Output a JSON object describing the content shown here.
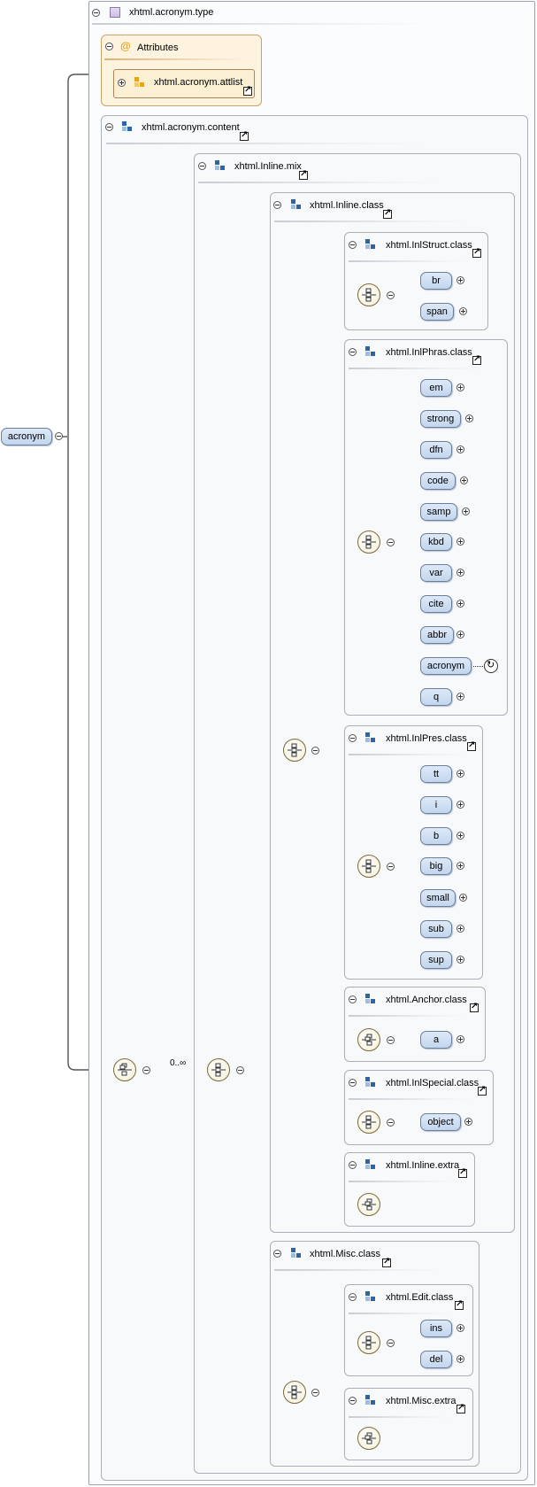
{
  "root": {
    "label": "acronym"
  },
  "type_panel": {
    "title": "xhtml.acronym.type"
  },
  "attributes": {
    "title": "Attributes",
    "attlist": "xhtml.acronym.attlist",
    "at_symbol": "@"
  },
  "content": {
    "title": "xhtml.acronym.content",
    "occurrence": "0..∞",
    "inline_mix": {
      "title": "xhtml.Inline.mix",
      "inline_class": {
        "title": "xhtml.Inline.class",
        "groups": [
          {
            "title": "xhtml.InlStruct.class",
            "elements": [
              "br",
              "span"
            ]
          },
          {
            "title": "xhtml.InlPhras.class",
            "elements": [
              "em",
              "strong",
              "dfn",
              "code",
              "samp",
              "kbd",
              "var",
              "cite",
              "abbr",
              "acronym",
              "q"
            ]
          },
          {
            "title": "xhtml.InlPres.class",
            "elements": [
              "tt",
              "i",
              "b",
              "big",
              "small",
              "sub",
              "sup"
            ]
          },
          {
            "title": "xhtml.Anchor.class",
            "elements": [
              "a"
            ]
          },
          {
            "title": "xhtml.InlSpecial.class",
            "elements": [
              "object"
            ]
          },
          {
            "title": "xhtml.Inline.extra",
            "elements": []
          }
        ]
      },
      "misc_class": {
        "title": "xhtml.Misc.class",
        "groups": [
          {
            "title": "xhtml.Edit.class",
            "elements": [
              "ins",
              "del"
            ]
          },
          {
            "title": "xhtml.Misc.extra",
            "elements": []
          }
        ]
      }
    }
  },
  "colors": {
    "element_fill": "#c9daf0",
    "group_icon": "#2b65a8",
    "attr_icon": "#e8a317",
    "compositor_fill": "#f6f2dc"
  }
}
